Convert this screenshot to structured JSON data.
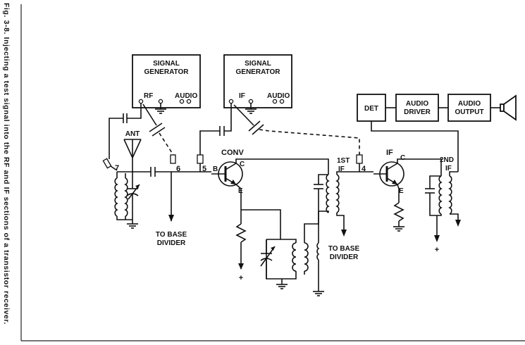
{
  "caption": "Fig. 3-8. Injecting a test signal into the RF and IF sections of a transistor receiver.",
  "generators": [
    {
      "title_line1": "SIGNAL",
      "title_line2": "GENERATOR",
      "output_label": "RF",
      "audio_label": "AUDIO"
    },
    {
      "title_line1": "SIGNAL",
      "title_line2": "GENERATOR",
      "output_label": "IF",
      "audio_label": "AUDIO"
    }
  ],
  "blocks": {
    "det": "DET",
    "audio_driver_1": "AUDIO",
    "audio_driver_2": "DRIVER",
    "audio_output_1": "AUDIO",
    "audio_output_2": "OUTPUT"
  },
  "labels": {
    "ant": "ANT",
    "conv": "CONV",
    "if_transistor": "IF",
    "first_if_1": "1ST",
    "first_if_2": "IF",
    "second_if_1": "2ND",
    "second_if_2": "IF",
    "base_b": "B",
    "collector_c": "C",
    "emitter_e": "E",
    "to_base_divider_1a": "TO BASE",
    "to_base_divider_1b": "DIVIDER",
    "to_base_divider_2a": "TO BASE",
    "to_base_divider_2b": "DIVIDER",
    "plus": "+"
  },
  "test_points": [
    "7",
    "6",
    "5",
    "4"
  ]
}
